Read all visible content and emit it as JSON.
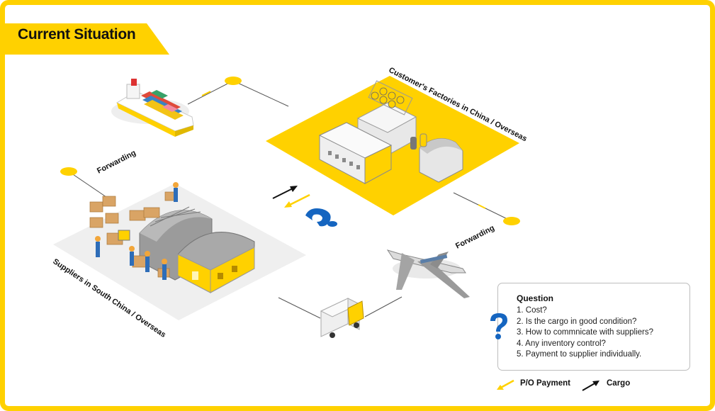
{
  "title": "Current Situation",
  "labels": {
    "factories": "Customer's Factories in China / Overseas",
    "suppliers": "Suppliers in South China / Overseas",
    "forwarding_left": "Forwarding",
    "forwarding_right": "Forwarding"
  },
  "questions": {
    "heading": "Question",
    "items": [
      "1. Cost?",
      "2. Is the cargo in good condition?",
      "3. How to commnicate with suppliers?",
      "4. Any inventory control?",
      "5. Payment to supplier individually."
    ]
  },
  "legend": {
    "payment": "P/O Payment",
    "cargo": "Cargo"
  },
  "colors": {
    "accent": "#FFD100",
    "question_blue": "#1565C0"
  },
  "icons": [
    "ship",
    "factory",
    "warehouse",
    "airplane",
    "truck",
    "question-mark"
  ]
}
